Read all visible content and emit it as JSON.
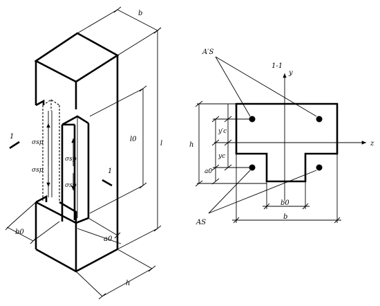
{
  "iso": {
    "dim_b": "b",
    "dim_l": "l",
    "dim_l0": "l0",
    "dim_b0": "b0",
    "dim_a0": "a0",
    "dim_h": "h",
    "section_mark_left": "1",
    "section_mark_right": "1",
    "sigma_upper_left": "σsp",
    "sigma_lower_left": "σsp",
    "sigma_upper_right": "σsp",
    "sigma_lower_right": "σsp"
  },
  "section": {
    "title": "1-1",
    "label_as_prime": "A′S",
    "label_as": "AS",
    "axis_y": "y",
    "axis_z": "z",
    "dim_h": "h",
    "dim_yc_prime": "y′c",
    "dim_yc": "yc",
    "dim_a0": "a0",
    "dim_b0": "b0",
    "dim_b": "b"
  }
}
